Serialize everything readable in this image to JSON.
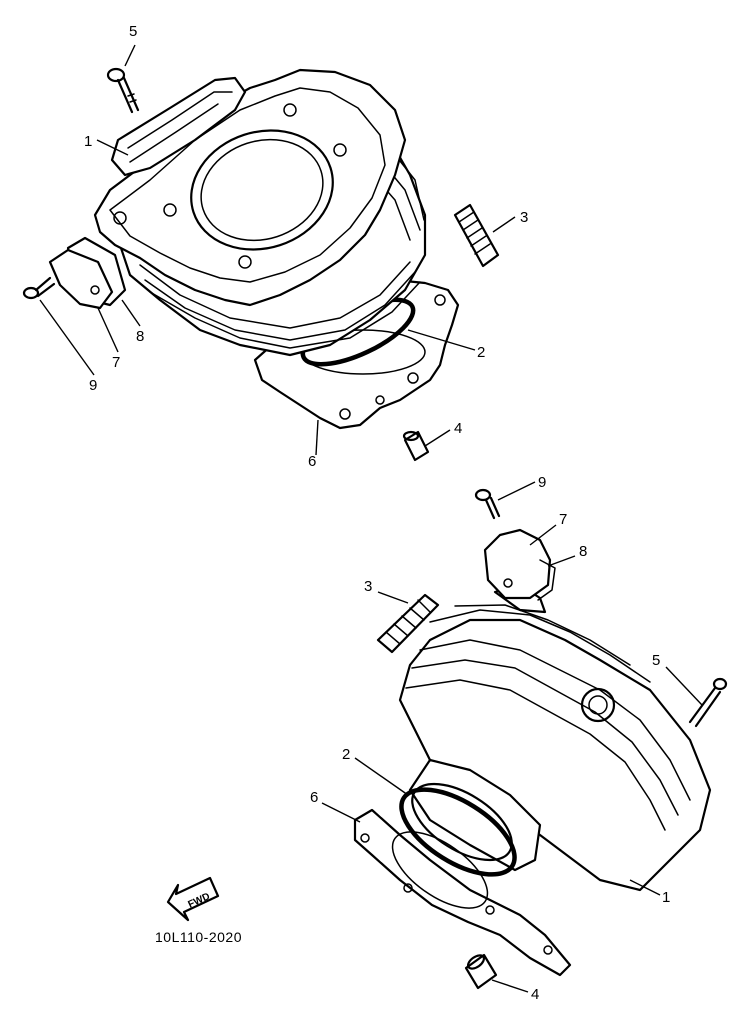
{
  "callouts_upper": {
    "c5": "5",
    "c1": "1",
    "c3": "3",
    "c2": "2",
    "c4": "4",
    "c6": "6",
    "c7": "7",
    "c8": "8",
    "c9": "9"
  },
  "callouts_lower": {
    "c9": "9",
    "c7": "7",
    "c8": "8",
    "c3": "3",
    "c5": "5",
    "c2": "2",
    "c6": "6",
    "c1": "1",
    "c4": "4"
  },
  "fwd_label": "FWD",
  "drawing_code": "10L110-2020",
  "icons": {
    "direction_arrow": "fwd-arrow-icon"
  }
}
